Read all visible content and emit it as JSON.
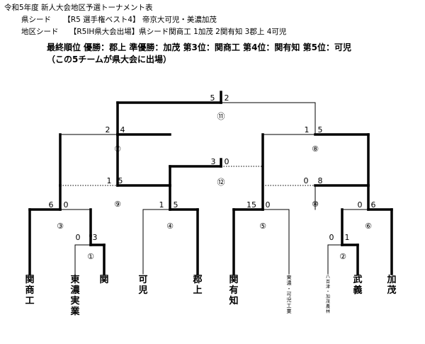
{
  "header": {
    "title": "令和5年度 新人大会地区予選トーナメント表",
    "pref_seed_label": "県シード",
    "pref_seed_value": "【R5 選手権ベスト4】 帝京大可児・美濃加茂",
    "district_seed_label": "地区シード",
    "district_seed_value": "【R5IH県大会出場】県シード関商工 1加茂 2関有知 3郡上 4可児"
  },
  "results": {
    "line1": "最終順位 優勝：郡上 準優勝：加茂 第3位：関商工 第4位：関有知 第5位：可児",
    "line2": "（この5チームが県大会に出場）"
  },
  "teams": [
    {
      "name": "関商工",
      "size": "big"
    },
    {
      "name": "東濃実業",
      "size": "big"
    },
    {
      "name": "関",
      "size": "big"
    },
    {
      "name": "可児",
      "size": "big"
    },
    {
      "name": "郡上",
      "size": "big"
    },
    {
      "name": "関有知",
      "size": "big"
    },
    {
      "name": "東濃・可児工業",
      "size": "small"
    },
    {
      "name": "八百津・加茂農林",
      "size": "tiny"
    },
    {
      "name": "武義",
      "size": "big"
    },
    {
      "name": "加茂",
      "size": "big"
    }
  ],
  "matches": [
    {
      "number": "①",
      "left_score": "0",
      "right_score": "3"
    },
    {
      "number": "②",
      "left_score": "0",
      "right_score": "1"
    },
    {
      "number": "③",
      "left_score": "6",
      "right_score": "0"
    },
    {
      "number": "④",
      "left_score": "1",
      "right_score": "5"
    },
    {
      "number": "⑤",
      "left_score": "15",
      "right_score": "0"
    },
    {
      "number": "⑥",
      "left_score": "0",
      "right_score": "6"
    },
    {
      "number": "⑦",
      "left_score": "2",
      "right_score": "4"
    },
    {
      "number": "⑧",
      "left_score": "1",
      "right_score": "5"
    },
    {
      "number": "⑨",
      "left_score": "1",
      "right_score": "5"
    },
    {
      "number": "⑩",
      "left_score": "0",
      "right_score": "8"
    },
    {
      "number": "⑪",
      "left_score": "5",
      "right_score": "2"
    },
    {
      "number": "⑫",
      "left_score": "3",
      "right_score": "0"
    }
  ]
}
